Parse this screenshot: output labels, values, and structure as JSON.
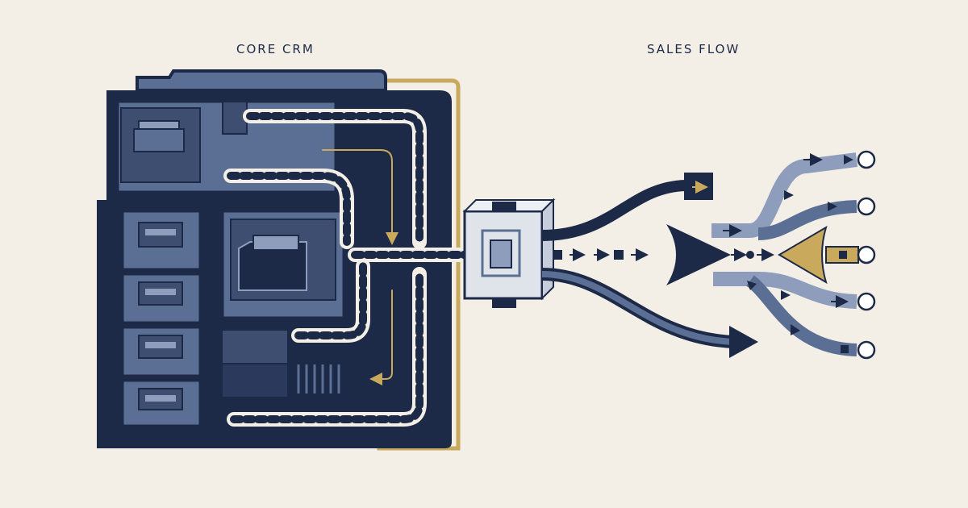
{
  "labels": {
    "core_crm": "CORE CRM",
    "sales_flow": "SALES FLOW"
  },
  "colors": {
    "background": "#f3efe6",
    "navy": "#1d2a47",
    "slate": "#5b6f94",
    "light_slate": "#8d9dbb",
    "gold": "#c9a95c",
    "white": "#ffffff"
  },
  "icons": {
    "crm": "server-cabinet",
    "connector": "glass-cube-connector",
    "funnel_left": "funnel-icon",
    "funnel_right": "reverse-funnel-icon",
    "endpoints": "circle-node-icon"
  }
}
